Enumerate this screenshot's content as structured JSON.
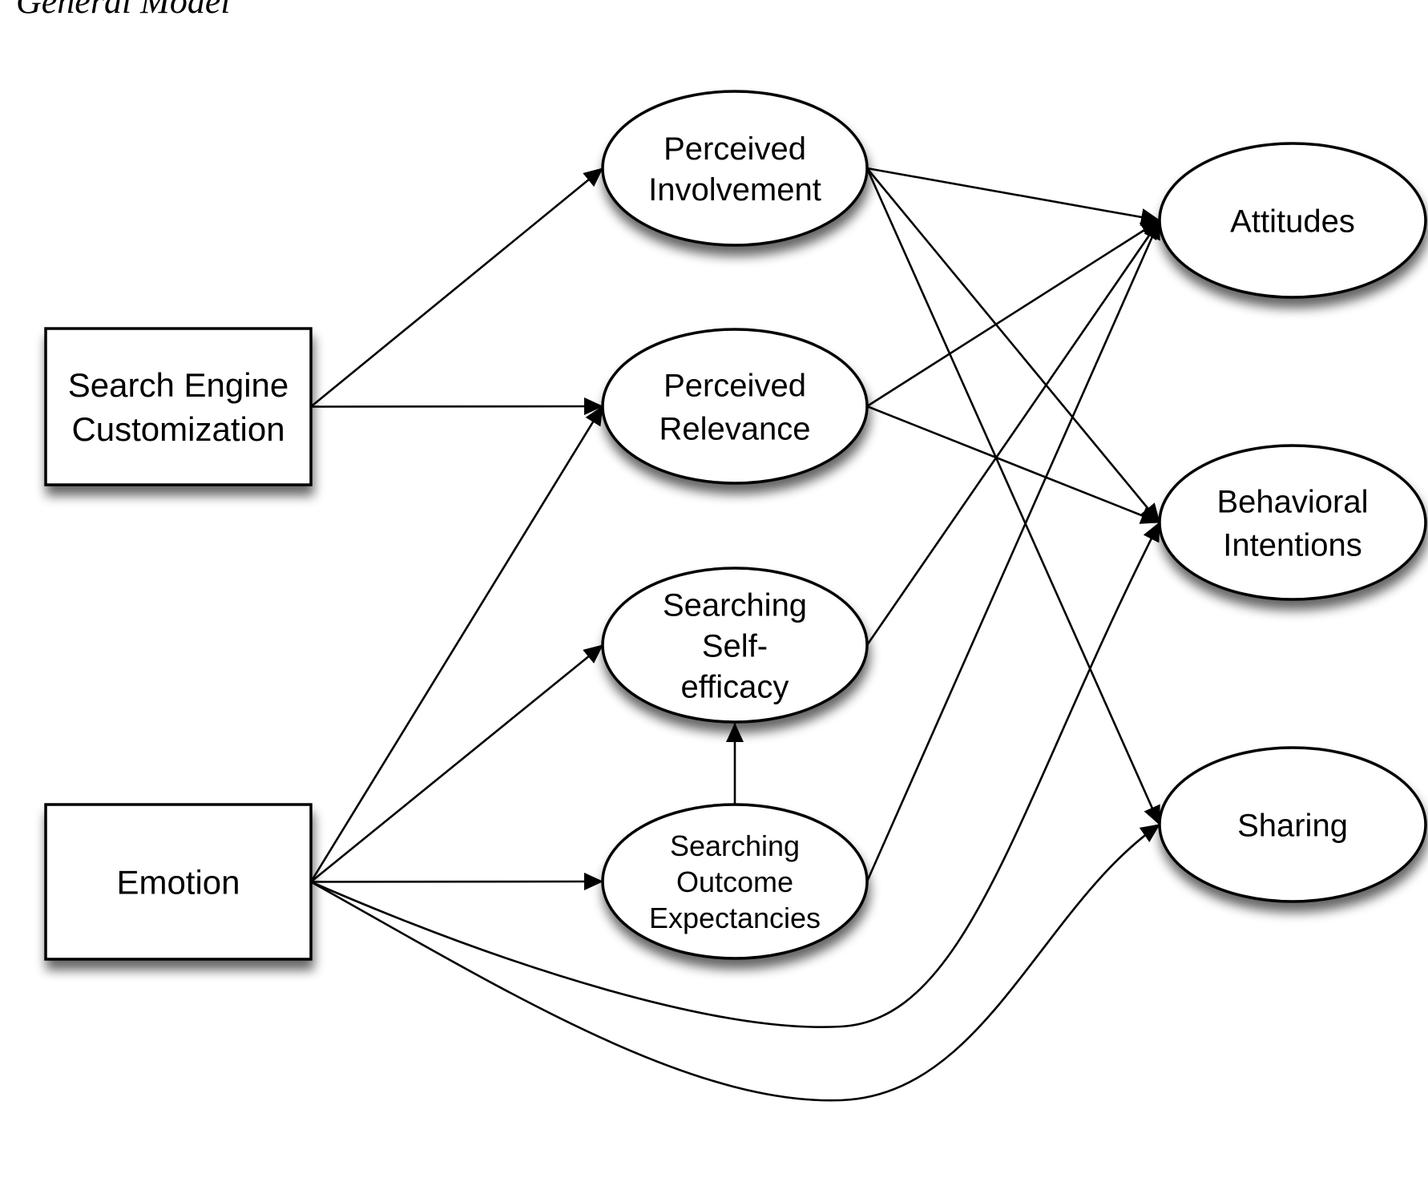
{
  "title": "General Model",
  "nodes": {
    "search_engine_customization": {
      "label": [
        "Search Engine",
        "Customization"
      ],
      "shape": "rectangle"
    },
    "emotion": {
      "label": [
        "Emotion"
      ],
      "shape": "rectangle"
    },
    "perceived_involvement": {
      "label": [
        "Perceived",
        "Involvement"
      ],
      "shape": "ellipse"
    },
    "perceived_relevance": {
      "label": [
        "Perceived",
        "Relevance"
      ],
      "shape": "ellipse"
    },
    "searching_self_efficacy": {
      "label": [
        "Searching",
        "Self-",
        "efficacy"
      ],
      "shape": "ellipse"
    },
    "searching_outcome_expectancies": {
      "label": [
        "Searching",
        "Outcome",
        "Expectancies"
      ],
      "shape": "ellipse"
    },
    "attitudes": {
      "label": [
        "Attitudes"
      ],
      "shape": "ellipse"
    },
    "behavioral_intentions": {
      "label": [
        "Behavioral",
        "Intentions"
      ],
      "shape": "ellipse"
    },
    "sharing": {
      "label": [
        "Sharing"
      ],
      "shape": "ellipse"
    }
  },
  "edges": [
    {
      "from": "search_engine_customization",
      "to": "perceived_involvement"
    },
    {
      "from": "search_engine_customization",
      "to": "perceived_relevance"
    },
    {
      "from": "emotion",
      "to": "perceived_relevance"
    },
    {
      "from": "emotion",
      "to": "searching_self_efficacy"
    },
    {
      "from": "emotion",
      "to": "searching_outcome_expectancies"
    },
    {
      "from": "emotion",
      "to": "behavioral_intentions",
      "curved": true
    },
    {
      "from": "emotion",
      "to": "sharing",
      "curved": true
    },
    {
      "from": "searching_outcome_expectancies",
      "to": "searching_self_efficacy"
    },
    {
      "from": "perceived_involvement",
      "to": "attitudes"
    },
    {
      "from": "perceived_involvement",
      "to": "behavioral_intentions"
    },
    {
      "from": "perceived_involvement",
      "to": "sharing"
    },
    {
      "from": "perceived_relevance",
      "to": "attitudes"
    },
    {
      "from": "perceived_relevance",
      "to": "behavioral_intentions"
    },
    {
      "from": "searching_self_efficacy",
      "to": "attitudes"
    },
    {
      "from": "searching_outcome_expectancies",
      "to": "attitudes"
    }
  ]
}
